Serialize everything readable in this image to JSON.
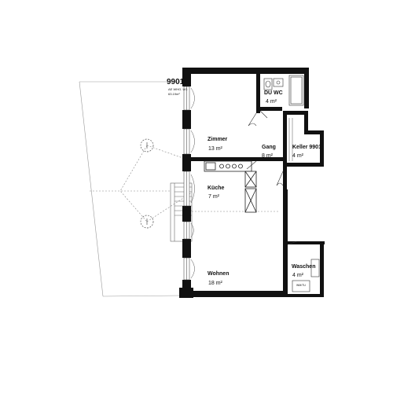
{
  "unit": {
    "number": "9901",
    "subtitle": "AE WHG. UG",
    "area": "63.19m²"
  },
  "rooms": [
    {
      "id": "du-wc",
      "name": "DU WC",
      "area": "4 m²"
    },
    {
      "id": "zimmer",
      "name": "Zimmer",
      "area": "13 m²"
    },
    {
      "id": "gang",
      "name": "Gang",
      "area": "8 m²"
    },
    {
      "id": "keller",
      "name": "Keller 9901",
      "area": "4 m²"
    },
    {
      "id": "kueche",
      "name": "Küche",
      "area": "7 m²"
    },
    {
      "id": "waschen",
      "name": "Waschen",
      "area": "4 m²"
    },
    {
      "id": "wohnen",
      "name": "Wohnen",
      "area": "18 m²"
    }
  ],
  "fixtures": {
    "washing_machine": "WM/TU"
  },
  "colors": {
    "wall": "#111111",
    "line": "#444444",
    "dashed": "#777777",
    "background": "#ffffff"
  }
}
